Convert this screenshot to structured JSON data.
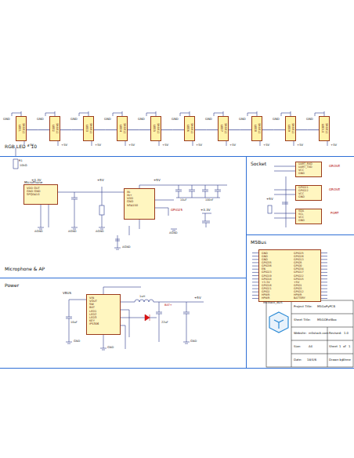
{
  "diagram": {
    "nodes": [
      {
        "text": [
          "RGB LED * 10"
        ]
      },
      {
        "text": [
          "LED1",
          "SK6812"
        ],
        "in": 0
      },
      {
        "text": [
          "LED2",
          "SK6812"
        ],
        "in": 0
      },
      {
        "text": [
          "LED3",
          "SK6812"
        ],
        "in": 0
      },
      {
        "text": [
          "LED4",
          "SK6812"
        ],
        "in": 0
      },
      {
        "text": [
          "LED5",
          "SK6812"
        ],
        "in": 0
      },
      {
        "text": [
          "LED6",
          "SK6812"
        ],
        "in": 0
      },
      {
        "text": [
          "LED7",
          "SK6812"
        ],
        "in": 0
      },
      {
        "text": [
          "LED8",
          "SK6812"
        ],
        "in": 0
      },
      {
        "text": [
          "LED9",
          "SK6812"
        ],
        "in": 0
      },
      {
        "text": [
          "LED10",
          "SK6812"
        ],
        "in": 0
      },
      {
        "text": [
          "Microphone & AP"
        ]
      },
      {
        "text": [
          "MicroPhone",
          "VDD OUT",
          "GND GND",
          "SPQ0410"
        ],
        "in": 11
      },
      {
        "text": [
          "IN-",
          "IN+",
          "VDD",
          "GND",
          "NS4150"
        ],
        "in": 11
      },
      {
        "text": [
          "Power"
        ]
      },
      {
        "text": [
          "VIN",
          "VOUT",
          "SW",
          "BAT",
          "LED1",
          "LED2",
          "LED3",
          "KEY",
          "IP5306"
        ],
        "in": 14
      },
      {
        "text": [
          "Socket"
        ]
      },
      {
        "text": [
          "UART_RXD",
          "UART_TXD",
          "VCC",
          "GND"
        ],
        "in": 16
      },
      {
        "text": [
          "GPIO21",
          "GPIO22",
          "VCC",
          "GND"
        ],
        "in": 16
      },
      {
        "text": [
          "SDA",
          "SCL",
          "VCC",
          "GND"
        ],
        "in": 16
      },
      {
        "text": [
          "M5Bus"
        ]
      },
      {
        "text": [
          "M5Stack_BUS",
          "GND",
          "GPIO25",
          "GND",
          "GPIO26",
          "GND",
          "GPIO13",
          "GPIO35",
          "GPIO5",
          "GPIO36",
          "GPIO0",
          "EN",
          "GPIO34",
          "GPIO23",
          "GPIO17",
          "GPIO19",
          "GPIO22",
          "GPIO18",
          "GPIO15",
          "+3.3V",
          "+5V",
          "GPIO16",
          "GPIO1",
          "GPIO21",
          "GPIO3",
          "GPIO2",
          "GPIO12",
          "HPWR",
          "HPWR",
          "HPWR",
          "BATTERY"
        ],
        "in": 20
      }
    ],
    "edges": [
      {
        "from": 1,
        "to": 2,
        "arrow": "none"
      },
      {
        "from": 2,
        "to": 3,
        "arrow": "none"
      },
      {
        "from": 3,
        "to": 4,
        "arrow": "none"
      },
      {
        "from": 4,
        "to": 5,
        "arrow": "none"
      },
      {
        "from": 5,
        "to": 6,
        "arrow": "none"
      },
      {
        "from": 6,
        "to": 7,
        "arrow": "none"
      },
      {
        "from": 7,
        "to": 8,
        "arrow": "none"
      },
      {
        "from": 8,
        "to": 9,
        "arrow": "none"
      },
      {
        "from": 9,
        "to": 10,
        "arrow": "none"
      }
    ],
    "labels": [
      "GND",
      "GND",
      "GND",
      "GND",
      "GND",
      "GND",
      "GND",
      "GND",
      "GND",
      "GND",
      "+5V",
      "+5V",
      "+5V",
      "+5V",
      "+5V",
      "+5V",
      "+5V",
      "+5V",
      "+5V",
      "+5V",
      "R1",
      "10kΩ",
      "+3.3V",
      "AGND",
      "AGND",
      "+5V",
      "AGND",
      "AGND",
      "+5V",
      "GPIO25",
      "10uF",
      "100nF",
      "AGND",
      "+3.3V",
      "GROVE",
      "GROVE",
      "PORT",
      "+5V",
      "VBUS",
      "1uH",
      "+5V",
      "10uF",
      "22uF",
      "BAT+",
      "GND",
      "GND",
      "GND",
      "Project Title:",
      "M5GoPyPCB",
      "Sheet Title:",
      "M5GOExtBox",
      "Website:",
      "m5stack.com",
      "Revised:",
      "1.0",
      "Size:",
      "A4",
      "Sheet",
      "1",
      "of",
      "1",
      "Date:",
      "18/4/6",
      "Drawn by:",
      "Shme"
    ]
  }
}
